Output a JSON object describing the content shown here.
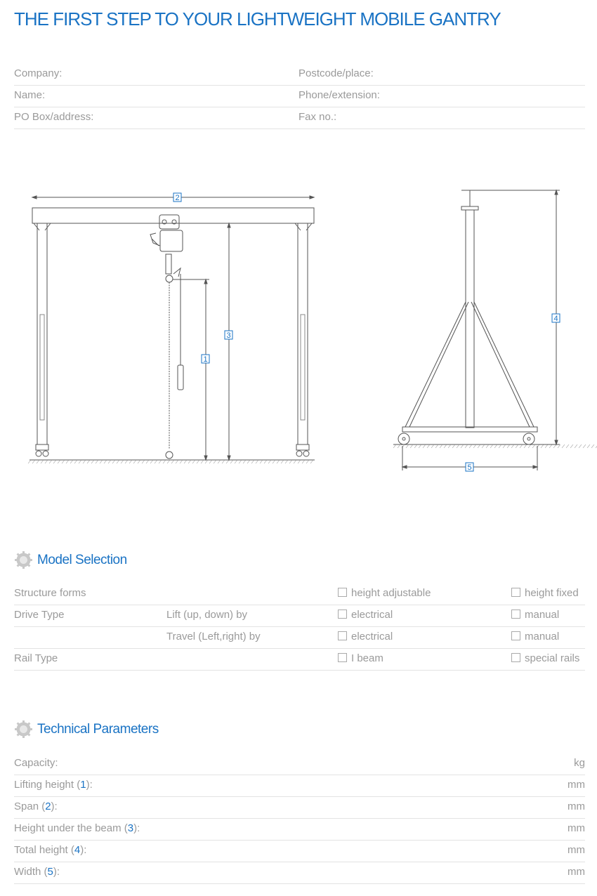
{
  "title": "THE FIRST STEP TO YOUR LIGHTWEIGHT MOBILE GANTRY",
  "contact_fields": {
    "left": [
      "Company:",
      "Name:",
      "PO Box/address:"
    ],
    "right": [
      "Postcode/place:",
      "Phone/extension:",
      "Fax no.:"
    ]
  },
  "drawing": {
    "dimension_labels": [
      "1",
      "2",
      "3",
      "4",
      "5"
    ]
  },
  "model_selection": {
    "heading": "Model Selection",
    "rows": [
      {
        "label": "Structure forms",
        "sub": "",
        "option1": "height adjustable",
        "option2": "height fixed"
      },
      {
        "label": "Drive Type",
        "sub": "Lift (up, down) by",
        "option1": "electrical",
        "option2": "manual"
      },
      {
        "label": "",
        "sub": "Travel (Left,right) by",
        "option1": "electrical",
        "option2": "manual"
      },
      {
        "label": "Rail Type",
        "sub": "",
        "option1": "I beam",
        "option2": "special rails"
      }
    ]
  },
  "technical_parameters": {
    "heading": "Technical Parameters",
    "rows": [
      {
        "label": "Capacity:",
        "ref": "",
        "suffix": "",
        "unit": "kg"
      },
      {
        "label": "Lifting height (",
        "ref": "1",
        "suffix": "):",
        "unit": "mm"
      },
      {
        "label": "Span (",
        "ref": "2",
        "suffix": "):",
        "unit": "mm"
      },
      {
        "label": "Height under the beam (",
        "ref": "3",
        "suffix": "):",
        "unit": "mm"
      },
      {
        "label": "Total height (",
        "ref": "4",
        "suffix": "):",
        "unit": "mm"
      },
      {
        "label": "Width (",
        "ref": "5",
        "suffix": "):",
        "unit": "mm"
      }
    ]
  },
  "colors": {
    "accent": "#1a73c4",
    "text": "#9a9a9a",
    "rule": "#e3e3e3"
  }
}
